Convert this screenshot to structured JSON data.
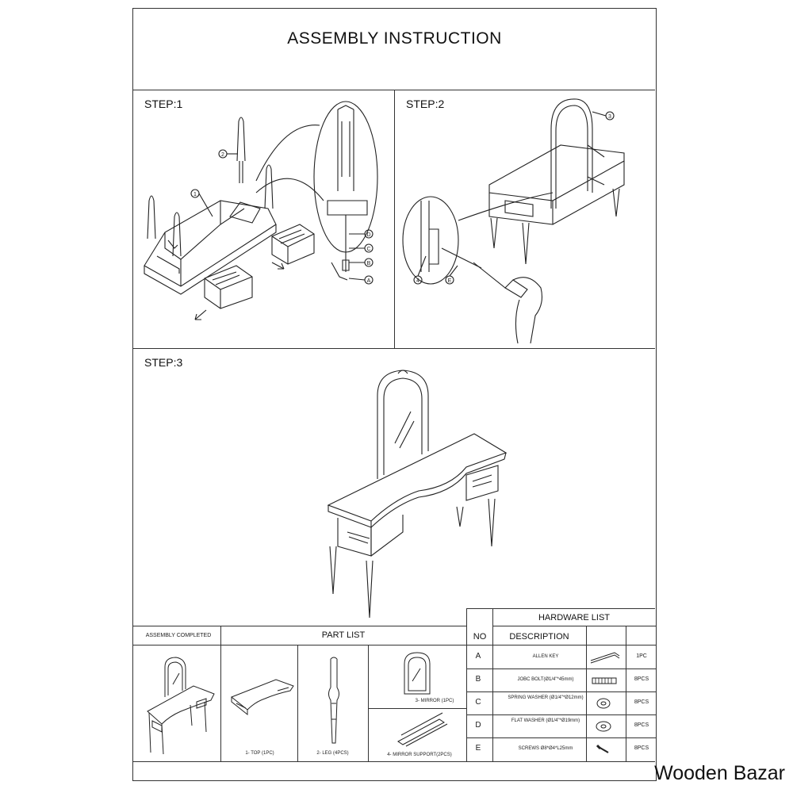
{
  "title": "ASSEMBLY INSTRUCTION",
  "steps": {
    "step1": "STEP:1",
    "step2": "STEP:2",
    "step3": "STEP:3"
  },
  "step1_callouts": {
    "part1": "1",
    "part2": "2",
    "d": "D",
    "c": "C",
    "b": "B",
    "a": "A"
  },
  "step2_callouts": {
    "part3": "3",
    "part4": "4",
    "e": "E"
  },
  "assembly_completed": "ASSEMBLY  COMPLETED",
  "part_list": {
    "title": "PART LIST",
    "items": [
      {
        "label": "1- TOP (1PC)"
      },
      {
        "label": "2- LEG (4PCS)"
      },
      {
        "label": "3- MIRROR (1PC)"
      },
      {
        "label": "4- MIRROR SUPPORT(2PCS)"
      }
    ]
  },
  "hardware": {
    "title": "HARDWARE LIST",
    "col_no": "NO",
    "col_desc": "DESCRIPTION",
    "rows": [
      {
        "no": "A",
        "desc": "ALLEN KEY",
        "qty": "1PC",
        "icon": "allen-key-icon"
      },
      {
        "no": "B",
        "desc": "JOBC BOLT(Ø1/4\"*45mm)",
        "qty": "8PCS",
        "icon": "bolt-icon"
      },
      {
        "no": "C",
        "desc": "SPRING WASHER (Ø1/4\"*Ø12mm)",
        "qty": "8PCS",
        "icon": "spring-washer-icon"
      },
      {
        "no": "D",
        "desc": "FLAT WASHER (Ø1/4\"*Ø19mm)",
        "qty": "8PCS",
        "icon": "flat-washer-icon"
      },
      {
        "no": "E",
        "desc": "SCREWS Ø8*Ø4*L25mm",
        "qty": "8PCS",
        "icon": "screw-icon"
      }
    ]
  },
  "watermark": "Wooden Bazar"
}
